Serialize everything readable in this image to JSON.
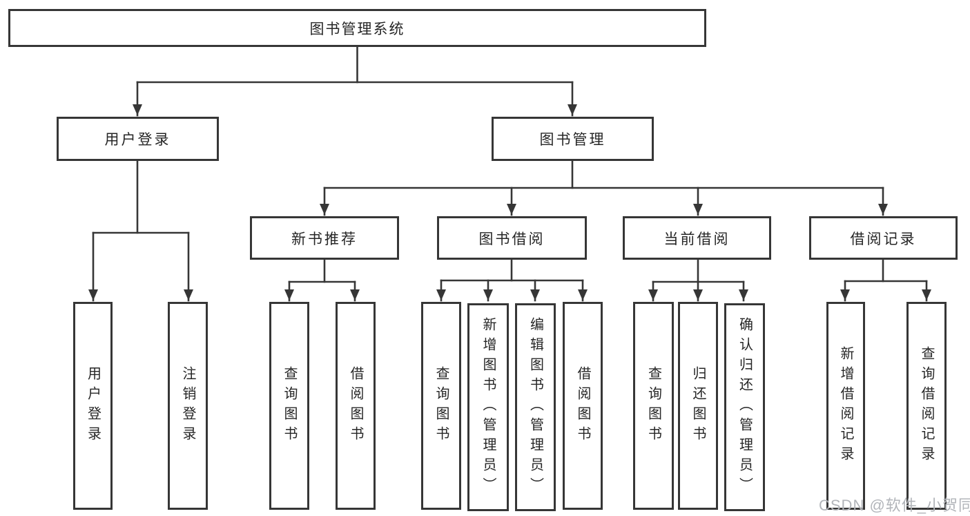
{
  "diagram": {
    "root": {
      "label": "图书管理系统"
    },
    "branches": [
      {
        "label": "用户登录",
        "children": [
          {
            "label": "用户登录"
          },
          {
            "label": "注销登录"
          }
        ]
      },
      {
        "label": "图书管理",
        "children": [
          {
            "label": "新书推荐",
            "children": [
              {
                "label": "查询图书"
              },
              {
                "label": "借阅图书"
              }
            ]
          },
          {
            "label": "图书借阅",
            "children": [
              {
                "label": "查询图书"
              },
              {
                "label": "新增图书（管理员）"
              },
              {
                "label": "编辑图书（管理员）"
              },
              {
                "label": "借阅图书"
              }
            ]
          },
          {
            "label": "当前借阅",
            "children": [
              {
                "label": "查询图书"
              },
              {
                "label": "归还图书"
              },
              {
                "label": "确认归还（管理员）"
              }
            ]
          },
          {
            "label": "借阅记录",
            "children": [
              {
                "label": "新增借阅记录"
              },
              {
                "label": "查询借阅记录"
              }
            ]
          }
        ]
      }
    ]
  },
  "watermark": {
    "text": "CSDN @软件_小贺同学",
    "color": "#b2b5ba"
  },
  "colors": {
    "background": "#ffffff",
    "line": "#363636",
    "box_border": "#363636",
    "box_fill": "#ffffff",
    "text": "#262626"
  }
}
